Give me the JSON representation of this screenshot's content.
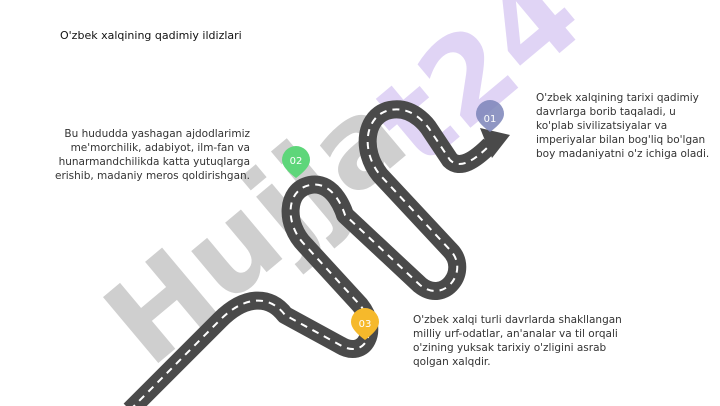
{
  "title": "O'zbek xalqining qadimiy ildizlari",
  "watermark": {
    "text": "Hujjat24",
    "gray_color": "#cfcfcf",
    "purple_color": "#ddd0f5"
  },
  "markers": [
    {
      "label": "01",
      "color": "#7b84b8"
    },
    {
      "label": "02",
      "color": "#5ed67a"
    },
    {
      "label": "03",
      "color": "#f6b92b"
    }
  ],
  "road_color": "#4a4a4a",
  "texts": {
    "left": "Bu hududda yashagan ajdodlarimiz me'morchilik, adabiyot, ilm-fan va hunarmandchilikda katta yutuqlarga erishib, madaniy meros qoldirishgan.",
    "right_top": "O'zbek xalqining tarixi qadimiy davrlarga borib taqaladi, u ko'plab sivilizatsiyalar va imperiyalar bilan bog'liq bo'lgan boy madaniyatni o'z ichiga oladi.",
    "right_bottom": "O'zbek xalqi turli davrlarda shakllangan milliy urf-odatlar, an'analar va til orqali o'zining yuksak tarixiy o'zligini asrab qolgan xalqdir."
  }
}
